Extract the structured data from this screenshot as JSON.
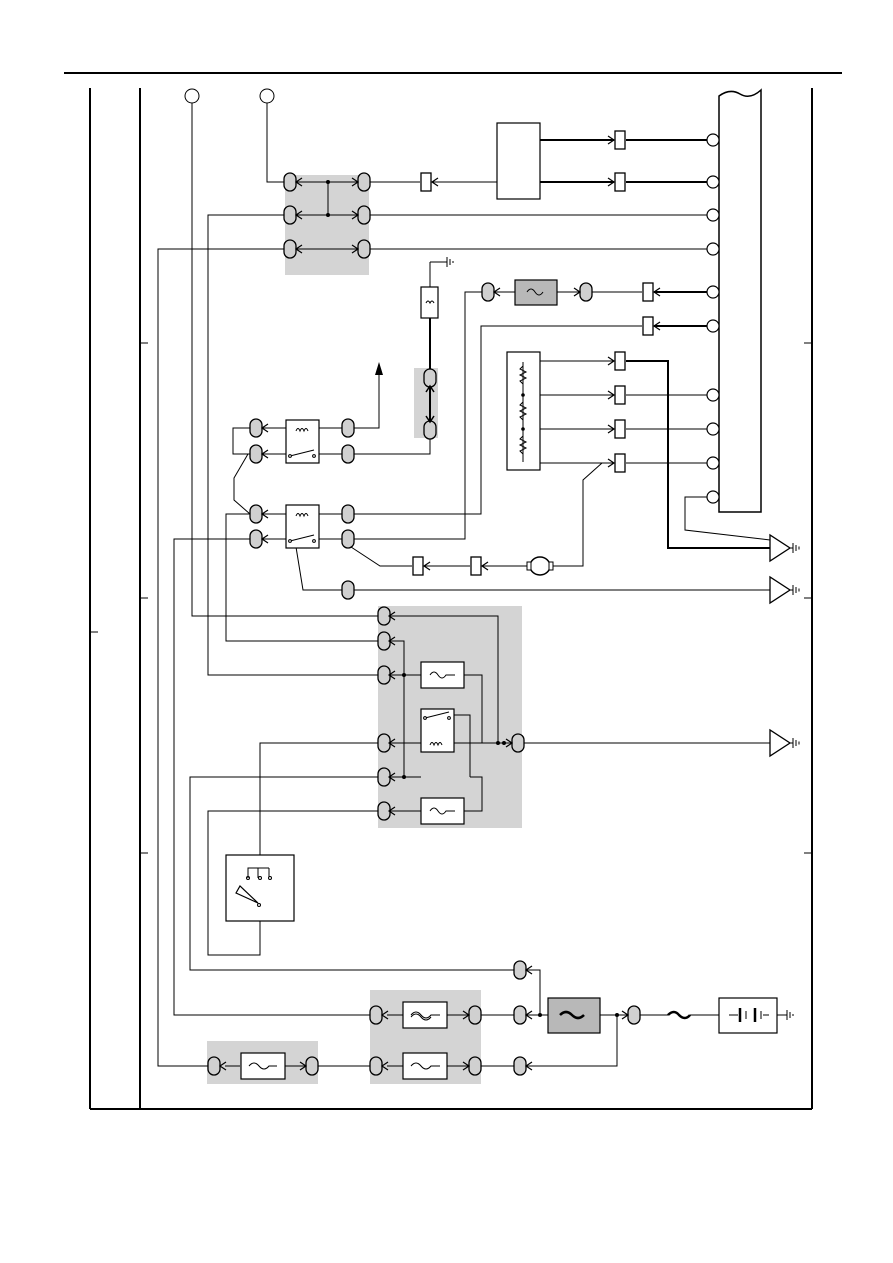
{
  "page": {
    "background": "#ffffff"
  },
  "colors": {
    "line": "#000000",
    "shade": "#d4d4d4",
    "connector_fill": "#d0d0d0",
    "fusible_fill": "#b8b8b8"
  },
  "diagram": {
    "kind": "electrical-wiring-diagram",
    "text_labels": [],
    "components": [
      "ecu-module",
      "junction-block-top",
      "junction-block-relays",
      "junction-block-bottom",
      "relay-upper",
      "relay-lower",
      "main-relay",
      "ignition-switch",
      "fuel-pump-motor",
      "sensor-resistor-pack",
      "solenoid-valve",
      "battery",
      "fusible-link-box",
      "ground-symbols"
    ]
  }
}
